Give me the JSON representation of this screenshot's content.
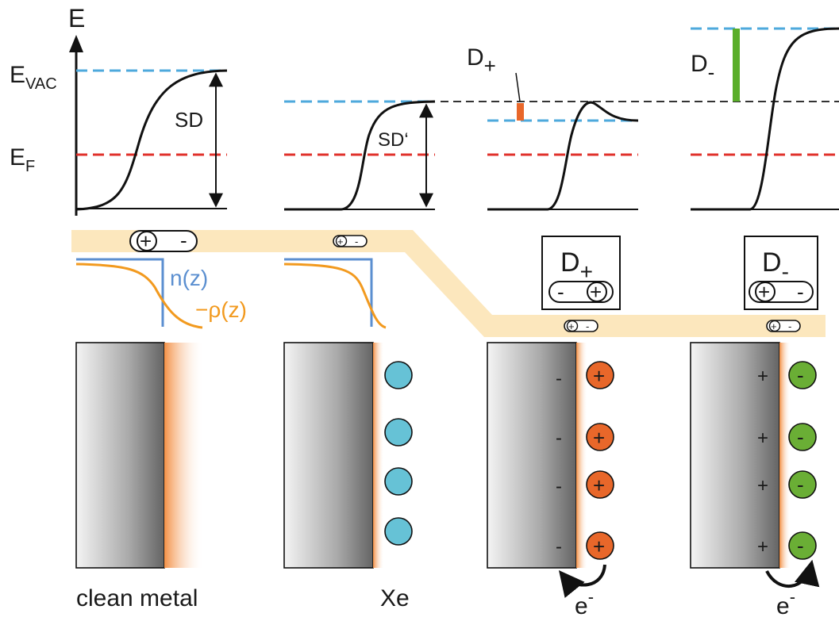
{
  "axis": {
    "energy_symbol": "E",
    "vacuum_level": {
      "main": "E",
      "subscript": "VAC"
    },
    "fermi_level": {
      "main": "E",
      "subscript": "F"
    }
  },
  "labels": {
    "surface_dipole": "SD",
    "surface_dipole_prime": "SD‘",
    "electron_density": "n(z)",
    "charge_density": "−ρ(z)",
    "donor": {
      "main": "D",
      "subscript": "+"
    },
    "acceptor": {
      "main": "D",
      "subscript": "-"
    },
    "electron": {
      "main": "e",
      "superscript": "-"
    }
  },
  "panels": [
    {
      "caption": "clean metal"
    },
    {
      "caption": "Xe"
    },
    {
      "caption": "",
      "image_charge_sign": "-",
      "adsorbate_charge_sign": "+",
      "charge_transfer_label": "e-"
    },
    {
      "caption": "",
      "image_charge_sign": "+",
      "adsorbate_charge_sign": "-",
      "charge_transfer_label": "e-"
    }
  ],
  "dipole_signs": {
    "plus": "+",
    "minus": "-"
  },
  "colors": {
    "vacuum_level_line": "#4ea9dc",
    "fermi_level_line": "#e0312b",
    "reference_line": "#333333",
    "dipole_band": "#fce7bd",
    "n_z_curve": "#5b8fd0",
    "rho_z_curve": "#f29a1f",
    "xe_atom": "#66c2d6",
    "donor_atom": "#e8672a",
    "acceptor_atom": "#6aae35",
    "donor_offset_bar": "#e8672a",
    "acceptor_offset_bar": "#5aae2a"
  }
}
